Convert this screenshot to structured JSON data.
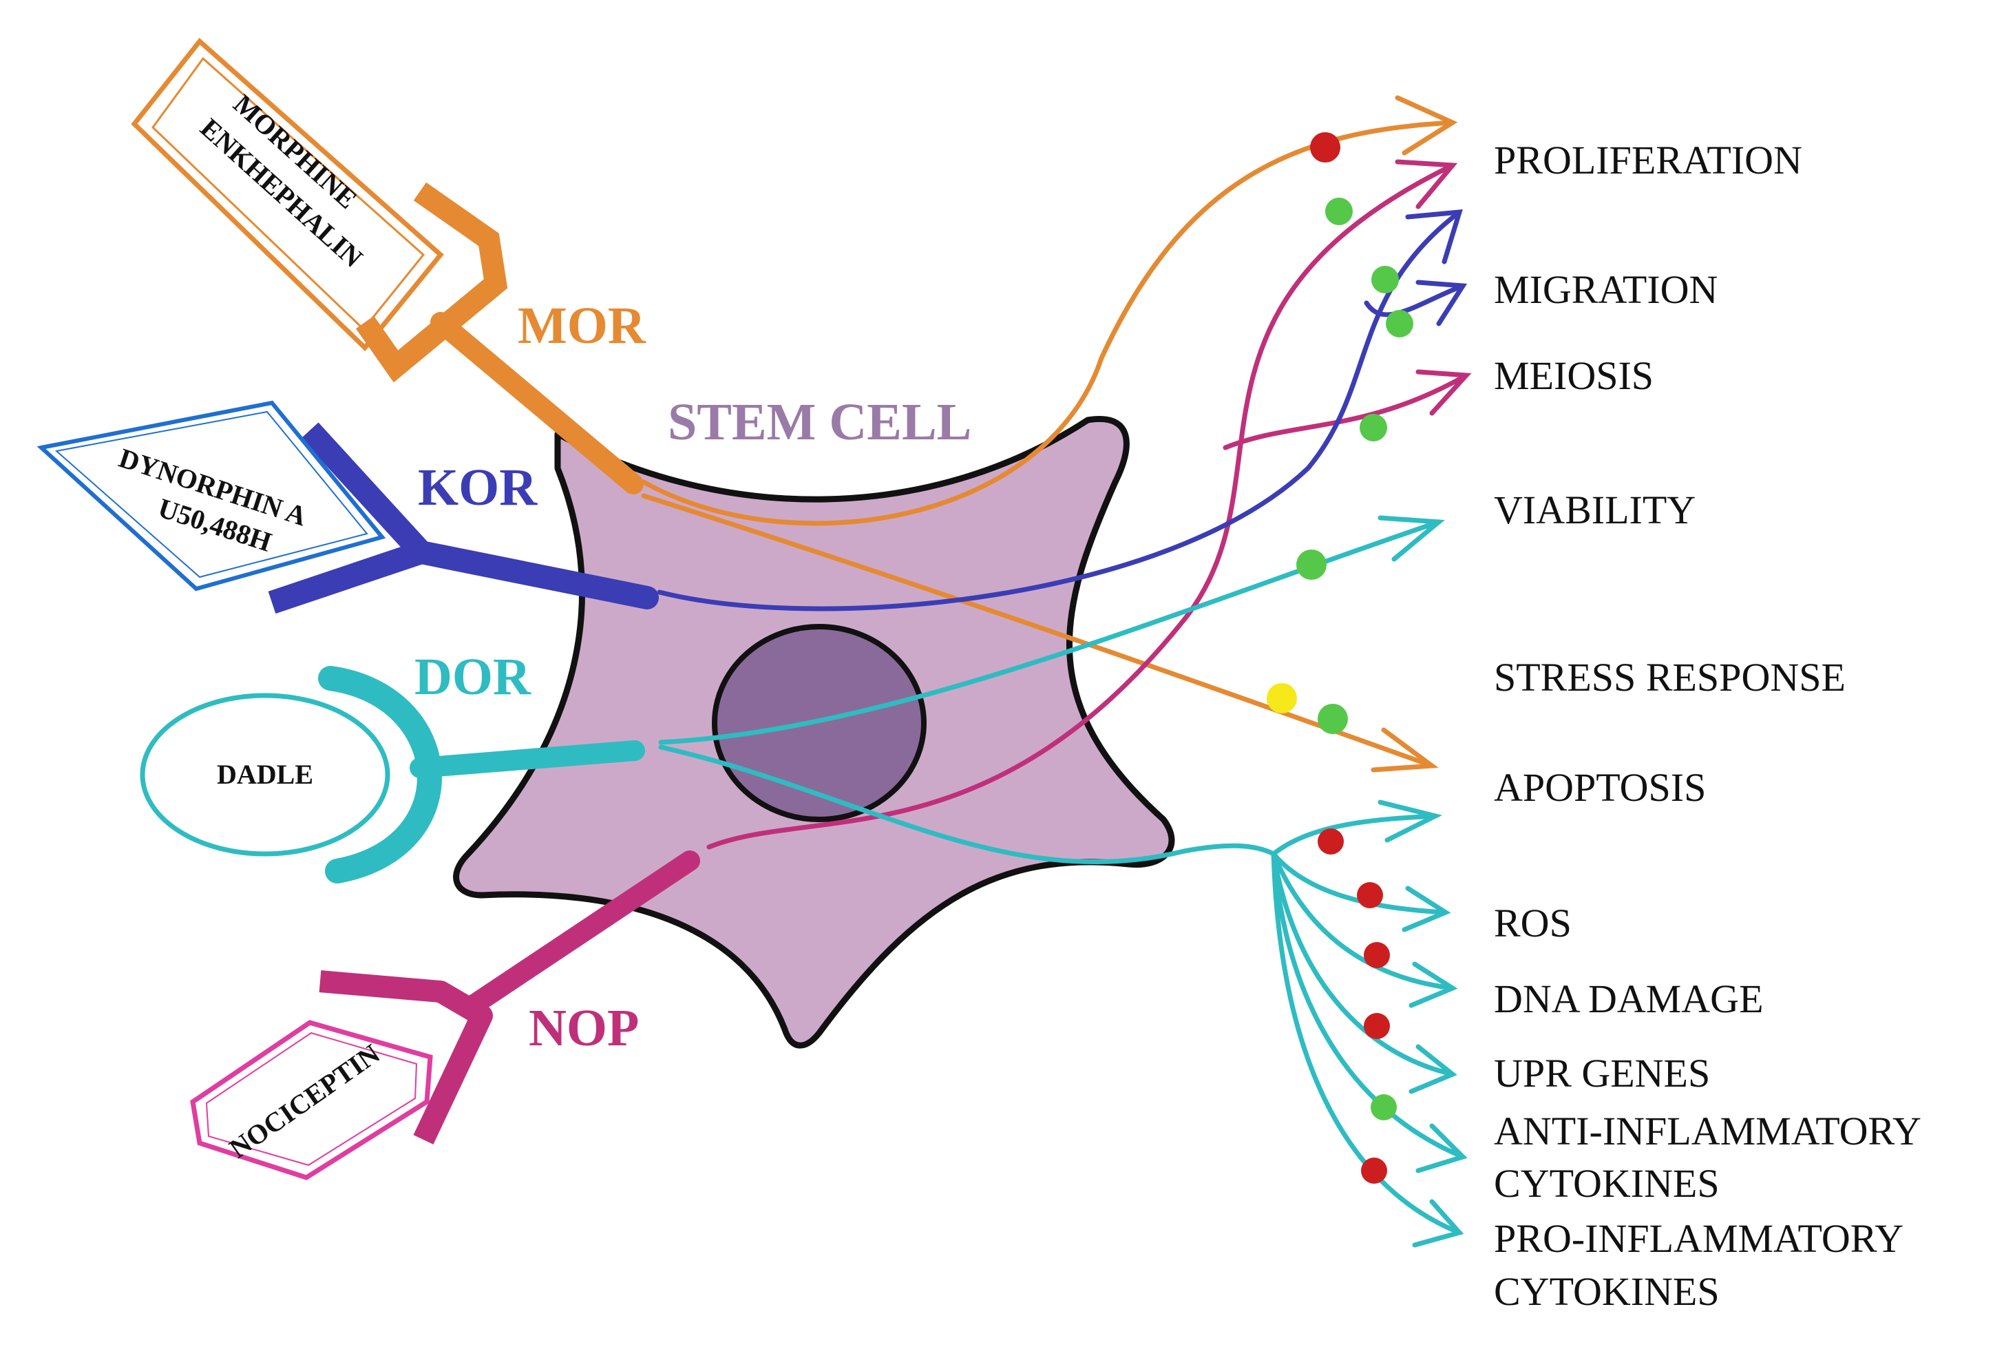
{
  "cell": {
    "label": "STEM CELL"
  },
  "receptors": {
    "mor": {
      "label": "MOR",
      "color": "#e58a32",
      "ligand_lines": [
        "MORPHINE",
        "ENKHEPHALIN"
      ]
    },
    "kor": {
      "label": "KOR",
      "color": "#3b3db5",
      "ligand_lines": [
        "DYNORPHIN A",
        "U50,488H"
      ]
    },
    "dor": {
      "label": "DOR",
      "color": "#2ebcc2",
      "ligand_lines": [
        "DADLE"
      ]
    },
    "nop": {
      "label": "NOP",
      "color": "#c0307a",
      "ligand_lines": [
        "NOCICEPTIN"
      ]
    }
  },
  "outcomes": {
    "proliferation": "PROLIFERATION",
    "migration": "MIGRATION",
    "meiosis": "MEIOSIS",
    "viability": "VIABILITY",
    "stress_response": "STRESS RESPONSE",
    "apoptosis": "APOPTOSIS",
    "ros": "ROS",
    "dna_damage": "DNA DAMAGE",
    "upr_genes": "UPR GENES",
    "anti_inflammatory_1": "ANTI-INFLAMMATORY",
    "anti_inflammatory_2": "CYTOKINES",
    "pro_inflammatory_1": "PRO-INFLAMMATORY",
    "pro_inflammatory_2": "CYTOKINES"
  },
  "effect_colors": {
    "increase": "#55c84a",
    "decrease": "#cc1e1e",
    "neutral": "#f6e81a"
  }
}
